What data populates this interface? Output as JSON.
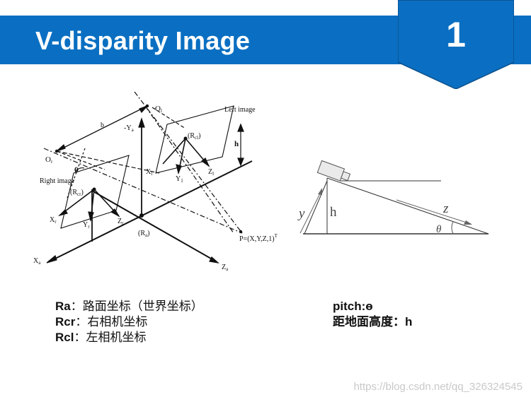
{
  "slide": {
    "title": "V-disparity Image",
    "number": "1",
    "accent_color": "#0a6fc2"
  },
  "left_diagram": {
    "labels": {
      "b": "b",
      "O_l": "O",
      "O_l_sub": "l",
      "Y_a": "-Y",
      "Y_a_sub": "a",
      "left_image": "Left image",
      "O_r": "O",
      "O_r_sub": "r",
      "theta": "θ",
      "h": "h",
      "R_cl": "(R",
      "R_cl_sub": "cl",
      "R_cl_end": ")",
      "X_l": "X",
      "X_l_sub": "l",
      "Z_l": "Z",
      "Z_l_sub": "l",
      "Y_l": "Y",
      "Y_l_sub": "1",
      "right_image": "Right image",
      "R_cr": "(R",
      "R_cr_sub": "cr",
      "R_cr_end": ")",
      "X_r": "X",
      "X_r_sub": "r",
      "Y_r": "Y",
      "Y_r_sub": "r",
      "Z_r": "Z",
      "Z_r_sub": "r",
      "R_a": "(R",
      "R_a_sub": "a",
      "R_a_end": ")",
      "P": "P=(X,Y,Z,1)",
      "P_sup": "T",
      "X_a": "X",
      "X_a_sub": "a",
      "Z_a": "Z",
      "Z_a_sub": "a"
    }
  },
  "right_diagram": {
    "labels": {
      "y": "y",
      "h": "h",
      "z": "z",
      "theta": "θ"
    }
  },
  "captions": {
    "left": [
      {
        "key": "Ra",
        "text": "：路面坐标（世界坐标）"
      },
      {
        "key": "Rcr",
        "text": "：右相机坐标"
      },
      {
        "key": "Rcl",
        "text": "：左相机坐标"
      }
    ],
    "right": [
      {
        "key": "pitch:ɵ",
        "text": ""
      },
      {
        "key": "距地面高度：h",
        "text": ""
      }
    ]
  },
  "watermark": "https://blog.csdn.net/qq_326324545"
}
